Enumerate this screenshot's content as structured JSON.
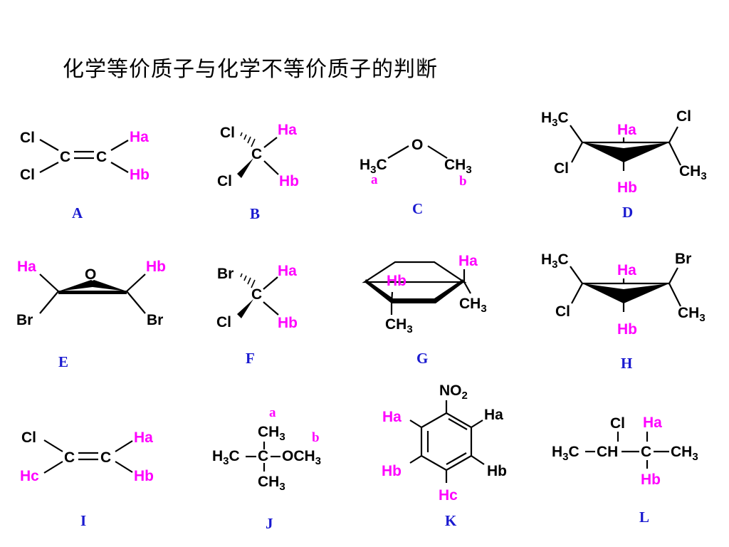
{
  "title": "化学等价质子与化学不等价质子的判断",
  "colors": {
    "label": "#1a1ad0",
    "proton": "#ff00ff",
    "atom": "#000000"
  },
  "labels": {
    "A": "A",
    "B": "B",
    "C": "C",
    "D": "D",
    "E": "E",
    "F": "F",
    "G": "G",
    "H": "H",
    "I": "I",
    "J": "J",
    "K": "K",
    "L": "L"
  },
  "atoms": {
    "Cl": "Cl",
    "Br": "Br",
    "C": "C",
    "O": "O",
    "H": "H",
    "N": "N",
    "Ha": "Ha",
    "Hb": "Hb",
    "Hc": "Hc",
    "CH": "CH",
    "OCH": "OCH",
    "sub2": "2",
    "sub3": "3",
    "a": "a",
    "b": "b"
  }
}
